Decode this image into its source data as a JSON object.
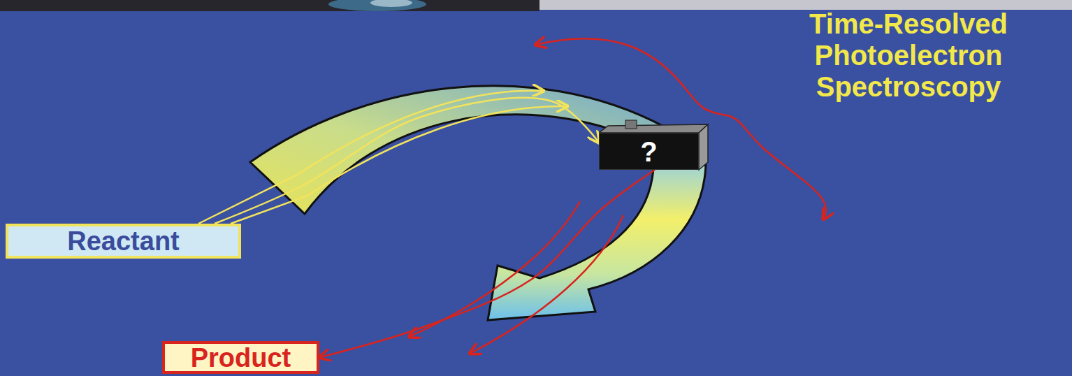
{
  "diagram": {
    "nodes": [
      {
        "text": [
          "Reactant"
        ]
      },
      {
        "text": [
          "?"
        ]
      },
      {
        "text": [
          "Product"
        ]
      }
    ],
    "edges": [
      {
        "from": 0,
        "to": 1,
        "arrow": "to"
      },
      {
        "from": 1,
        "to": 2,
        "arrow": "to"
      }
    ],
    "labels": [
      "Time-Resolved Photoelectron Spectroscopy"
    ]
  }
}
